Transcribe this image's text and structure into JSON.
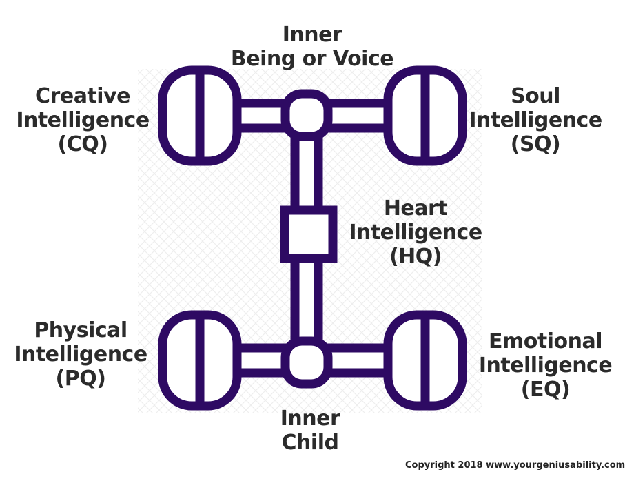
{
  "colors": {
    "accent": "#2e0a63",
    "text": "#2b2b2b",
    "background": "#ffffff"
  },
  "labels": {
    "inner_being": [
      "Inner",
      "Being or Voice"
    ],
    "creative": [
      "Creative",
      "Intelligence",
      "(CQ)"
    ],
    "soul": [
      "Soul",
      "Intelligence",
      "(SQ)"
    ],
    "heart": [
      "Heart",
      "Intelligence",
      "(HQ)"
    ],
    "physical": [
      "Physical",
      "Intelligence",
      "(PQ)"
    ],
    "emotional": [
      "Emotional",
      "Intelligence",
      "(EQ)"
    ],
    "inner_child": [
      "Inner",
      "Child"
    ]
  },
  "copyright": "Copyright 2018 www.yourgeniusability.com"
}
